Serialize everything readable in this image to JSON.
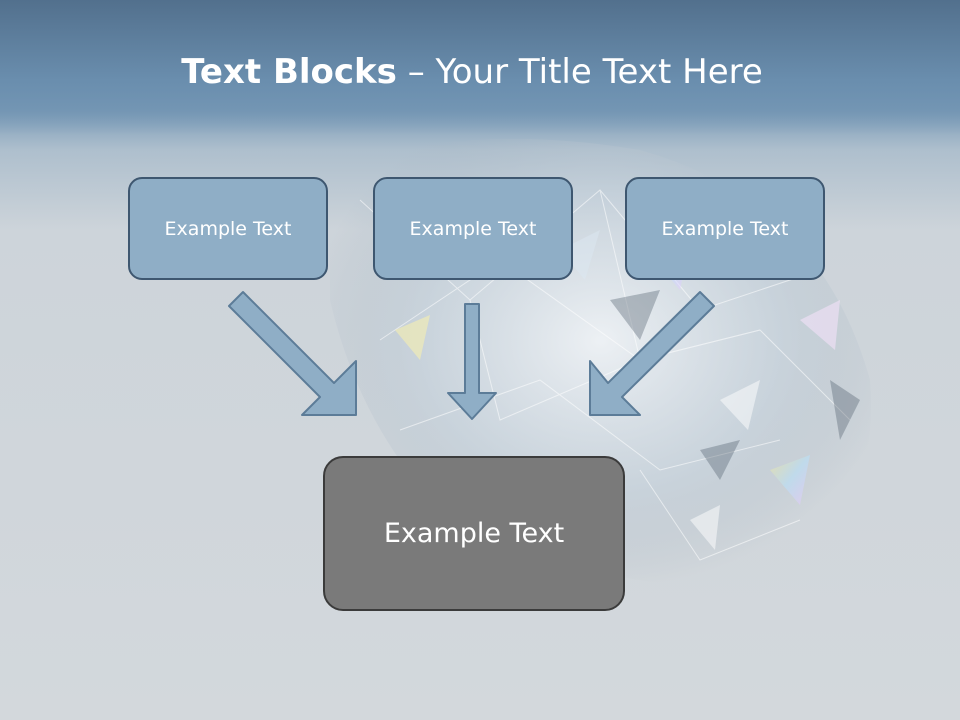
{
  "slide": {
    "title_bold": "Text Blocks",
    "title_rest": " – Your Title Text Here"
  },
  "blocks": [
    {
      "label": "Example Text"
    },
    {
      "label": "Example Text"
    },
    {
      "label": "Example Text"
    }
  ],
  "main_block": {
    "label": "Example Text"
  },
  "colors": {
    "header": "#5a7a98",
    "block_fill": "#8faec6",
    "block_border": "#3e5770",
    "main_fill": "#7a7a7a",
    "arrow_fill": "#8faec6"
  }
}
